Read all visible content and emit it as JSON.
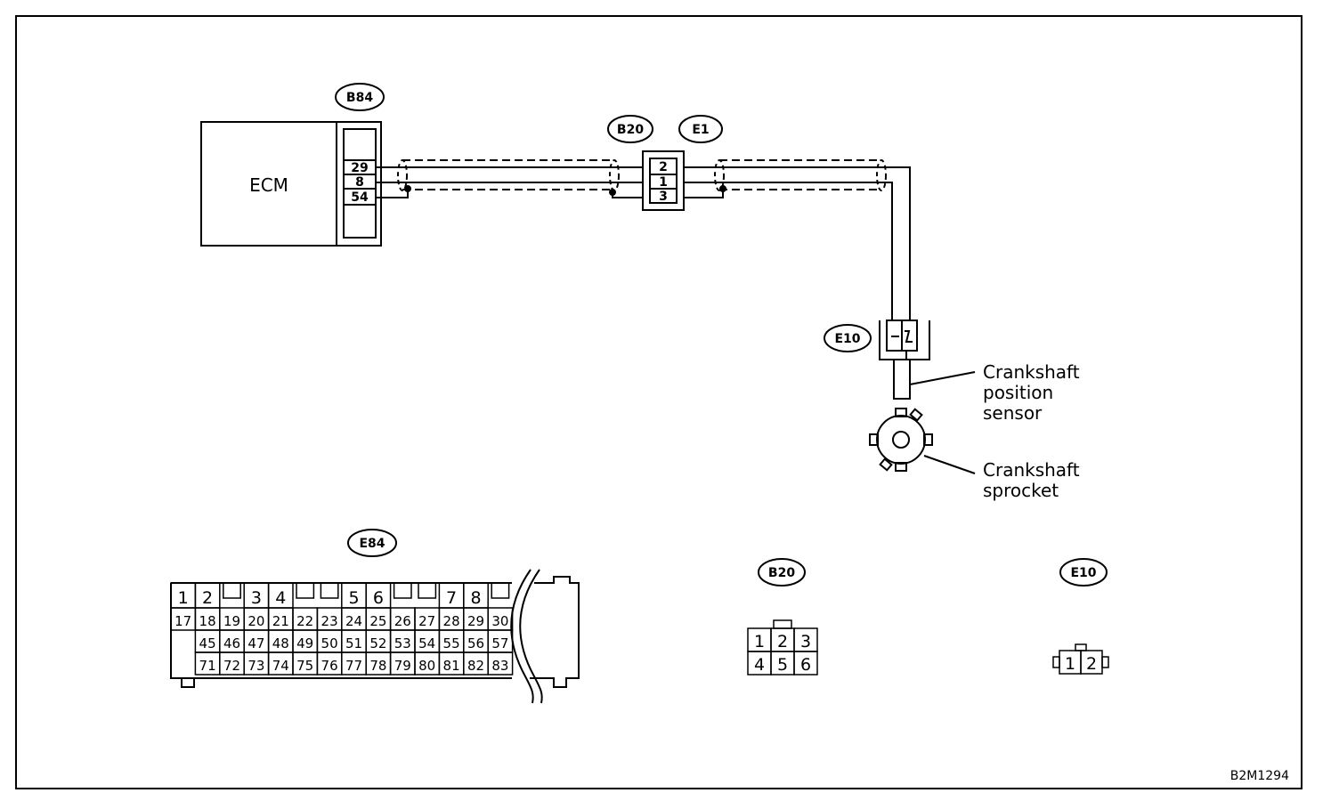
{
  "ecm": {
    "label": "ECM",
    "connector": "B84",
    "pins": [
      "29",
      "8",
      "54"
    ]
  },
  "b20_e1": {
    "tag_b20": "B20",
    "tag_e1": "E1",
    "pins": [
      "2",
      "1",
      "3"
    ]
  },
  "sensor": {
    "connector": "E10",
    "pins": [
      "1",
      "2"
    ],
    "label": [
      "Crankshaft",
      "position",
      "sensor"
    ]
  },
  "sprocket": {
    "label": [
      "Crankshaft",
      "sprocket"
    ]
  },
  "e84_face": {
    "tag": "E84",
    "top_row": [
      "1",
      "2",
      "3",
      "4",
      "5",
      "6",
      "7",
      "8"
    ],
    "rows": [
      [
        "17",
        "18",
        "19",
        "20",
        "21",
        "22",
        "23",
        "24",
        "25",
        "26",
        "27",
        "28",
        "29",
        "30"
      ],
      [
        "45",
        "46",
        "47",
        "48",
        "49",
        "50",
        "51",
        "52",
        "53",
        "54",
        "55",
        "56",
        "57"
      ],
      [
        "71",
        "72",
        "73",
        "74",
        "75",
        "76",
        "77",
        "78",
        "79",
        "80",
        "81",
        "82",
        "83"
      ]
    ]
  },
  "b20_face": {
    "tag": "B20",
    "rows": [
      [
        "1",
        "2",
        "3"
      ],
      [
        "4",
        "5",
        "6"
      ]
    ]
  },
  "e10_face": {
    "tag": "E10",
    "cells": [
      "1",
      "2"
    ]
  },
  "figure_code": "B2M1294"
}
